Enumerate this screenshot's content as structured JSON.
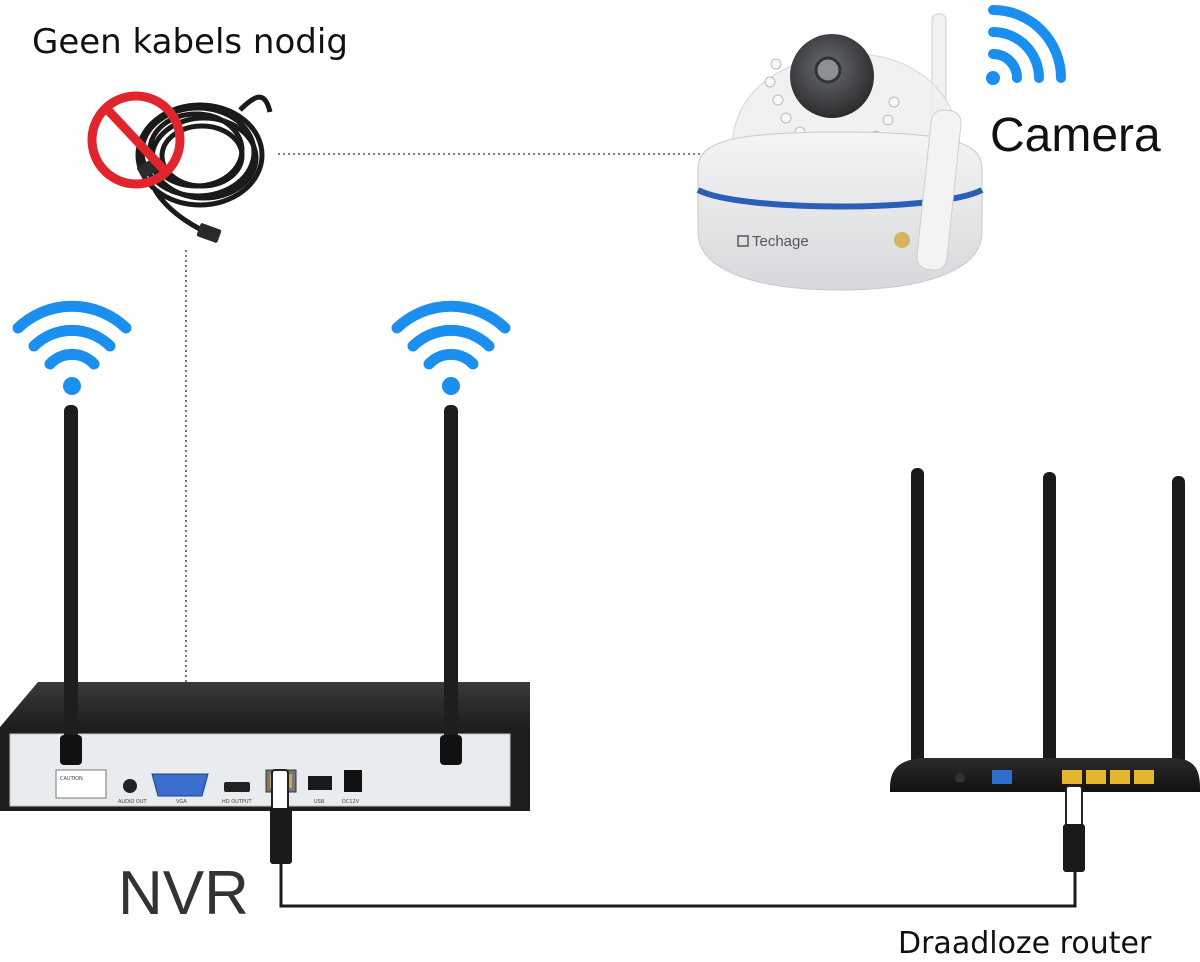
{
  "labels": {
    "no_cables": "Geen kabels nodig",
    "camera": "Camera",
    "nvr": "NVR",
    "router": "Draadloze router"
  },
  "camera_brand": "Techage",
  "nvr_ports": {
    "caution": "CAUTION",
    "audio_out": "AUDIO OUT",
    "vga": "VGA",
    "hd_output": "HD OUTPUT",
    "usb": "USB",
    "dc12v": "DC12V"
  },
  "colors": {
    "wifi": "#1a8ff0",
    "prohibition": "#e0262c",
    "device_dark": "#1e1e1e",
    "nvr_panel": "#e9ecef",
    "camera_band": "#2a5fb8",
    "router_port": "#e4b52e",
    "router_lan_blue": "#2f6fc9"
  },
  "icons": [
    "wifi-icon",
    "no-cable-icon",
    "camera-icon",
    "nvr-icon",
    "router-icon",
    "ethernet-plug-icon"
  ]
}
